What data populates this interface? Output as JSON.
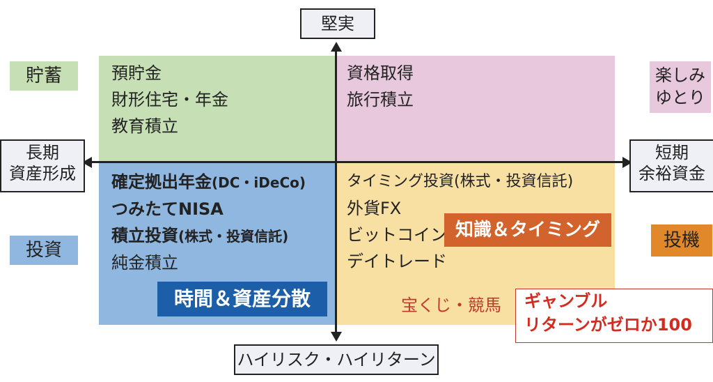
{
  "axes": {
    "top": "堅実",
    "bottom": "ハイリスク・ハイリターン",
    "left_line1": "長期",
    "left_line2": "資産形成",
    "right_line1": "短期",
    "right_line2": "余裕資金"
  },
  "tags": {
    "savings": "貯蓄",
    "invest": "投資",
    "fun_line1": "楽しみ",
    "fun_line2": "ゆとり",
    "speculation": "投機"
  },
  "quadrants": {
    "top_left": [
      "預貯金",
      "財形住宅・年金",
      "教育積立"
    ],
    "top_right": [
      "資格取得",
      "旅行積立"
    ],
    "bottom_left": {
      "item1_main": "確定拠出年金",
      "item1_sub": "(DC・iDeCo)",
      "item2": "つみたてNISA",
      "item3_main": "積立投資",
      "item3_sub": "(株式・投資信託)",
      "item4": "純金積立",
      "highlight": "時間＆資産分散"
    },
    "bottom_right": {
      "item1": "タイミング投資(株式・投資信託)",
      "item2": "外貨FX",
      "item3": "ビットコイン",
      "item4": "デイトレード",
      "highlight": "知識＆タイミング",
      "lottery": "宝くじ・競馬"
    }
  },
  "gamble_box": {
    "line1": "ギャンブル",
    "line2": "リターンがゼロか100"
  },
  "colors": {
    "top_left": "#c6dfb4",
    "top_right": "#e7c8dc",
    "bottom_left": "#8fb7e0",
    "bottom_right": "#f8e0a3",
    "highlight_blue": "#1c5fa8",
    "highlight_orange": "#d3632c",
    "speculation_tag": "#e1892a",
    "gamble_red": "#d42b20"
  }
}
